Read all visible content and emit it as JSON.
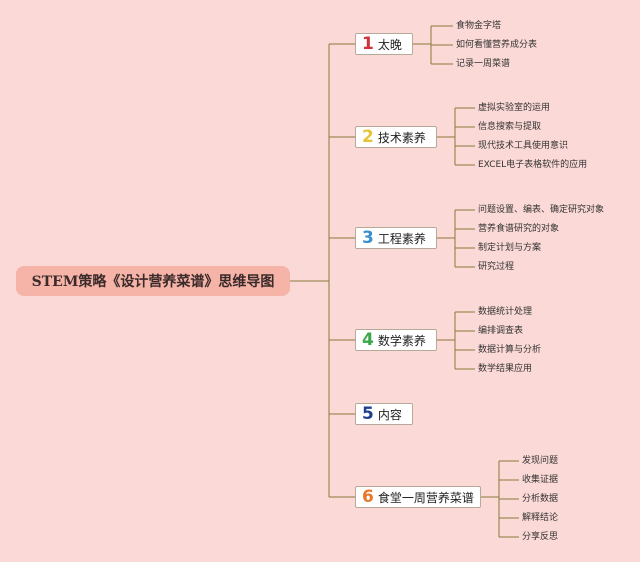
{
  "root": {
    "label": "STEM策略《设计营养菜谱》思维导图"
  },
  "branches": [
    {
      "number": "1",
      "label": "太晚",
      "color": "#d0323a",
      "children": [
        "食物金字塔",
        "如何看懂营养成分表",
        "记录一周菜谱"
      ]
    },
    {
      "number": "2",
      "label": "技术素养",
      "color": "#e8c33a",
      "children": [
        "虚拟实验室的运用",
        "信息搜索与提取",
        "现代技术工具使用意识",
        "EXCEL电子表格软件的应用"
      ]
    },
    {
      "number": "3",
      "label": "工程素养",
      "color": "#3a8fcf",
      "children": [
        "问题设置、编表、确定研究对象",
        "营养食谱研究的对象",
        "制定计划与方案",
        "研究过程"
      ]
    },
    {
      "number": "4",
      "label": "数学素养",
      "color": "#3aa84a",
      "children": [
        "数据统计处理",
        "编排调查表",
        "数据计算与分析",
        "数学结果应用"
      ]
    },
    {
      "number": "5",
      "label": "内容",
      "color": "#1f3f8f",
      "children": []
    },
    {
      "number": "6",
      "label": "食堂一周营养菜谱",
      "color": "#e8762a",
      "children": [
        "发现问题",
        "收集证据",
        "分析数据",
        "解释结论",
        "分享反思"
      ]
    }
  ],
  "colors": {
    "background": "#fbd9d6",
    "root_fill": "#f6b4a8",
    "connector": "#8a7a3a"
  }
}
